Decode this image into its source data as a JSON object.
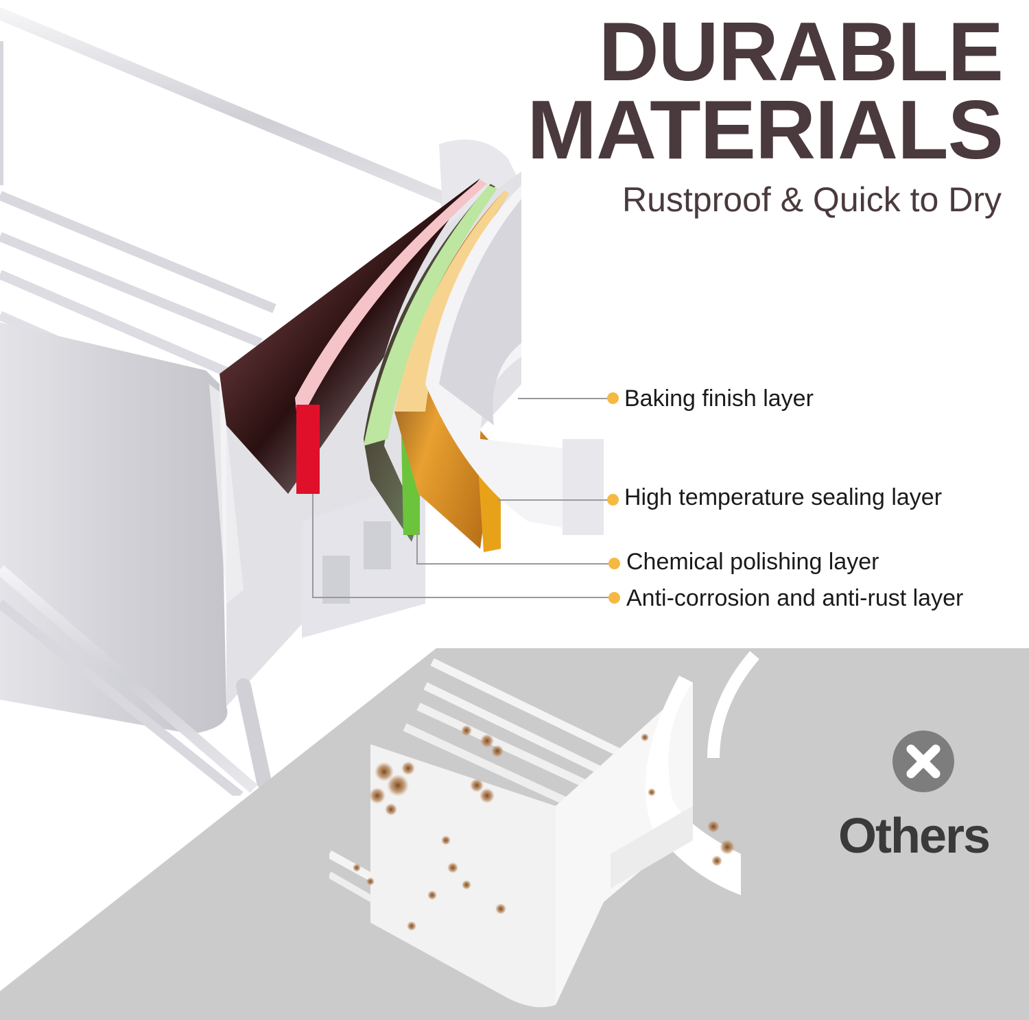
{
  "header": {
    "title_line1": "DURABLE",
    "title_line2": "MATERIALS",
    "subtitle": "Rustproof & Quick to Dry"
  },
  "layers": [
    {
      "label": "Baking finish layer",
      "swatch": "#f0f0f2"
    },
    {
      "label": "High temperature sealing layer",
      "swatch": "#e8a21a"
    },
    {
      "label": "Chemical polishing layer",
      "swatch": "#6cc43c"
    },
    {
      "label": "Anti-corrosion and anti-rust layer",
      "swatch": "#e0102a"
    }
  ],
  "comparison": {
    "icon": "x-circle-icon",
    "label": "Others"
  },
  "colors": {
    "title_text": "#4a3a3d",
    "callout_dot": "#f5b942",
    "leader_line": "#9a9a9a",
    "others_bg": "#cbcbcb",
    "x_circle": "#7d7d7d",
    "rust": "#9a6a3a"
  }
}
